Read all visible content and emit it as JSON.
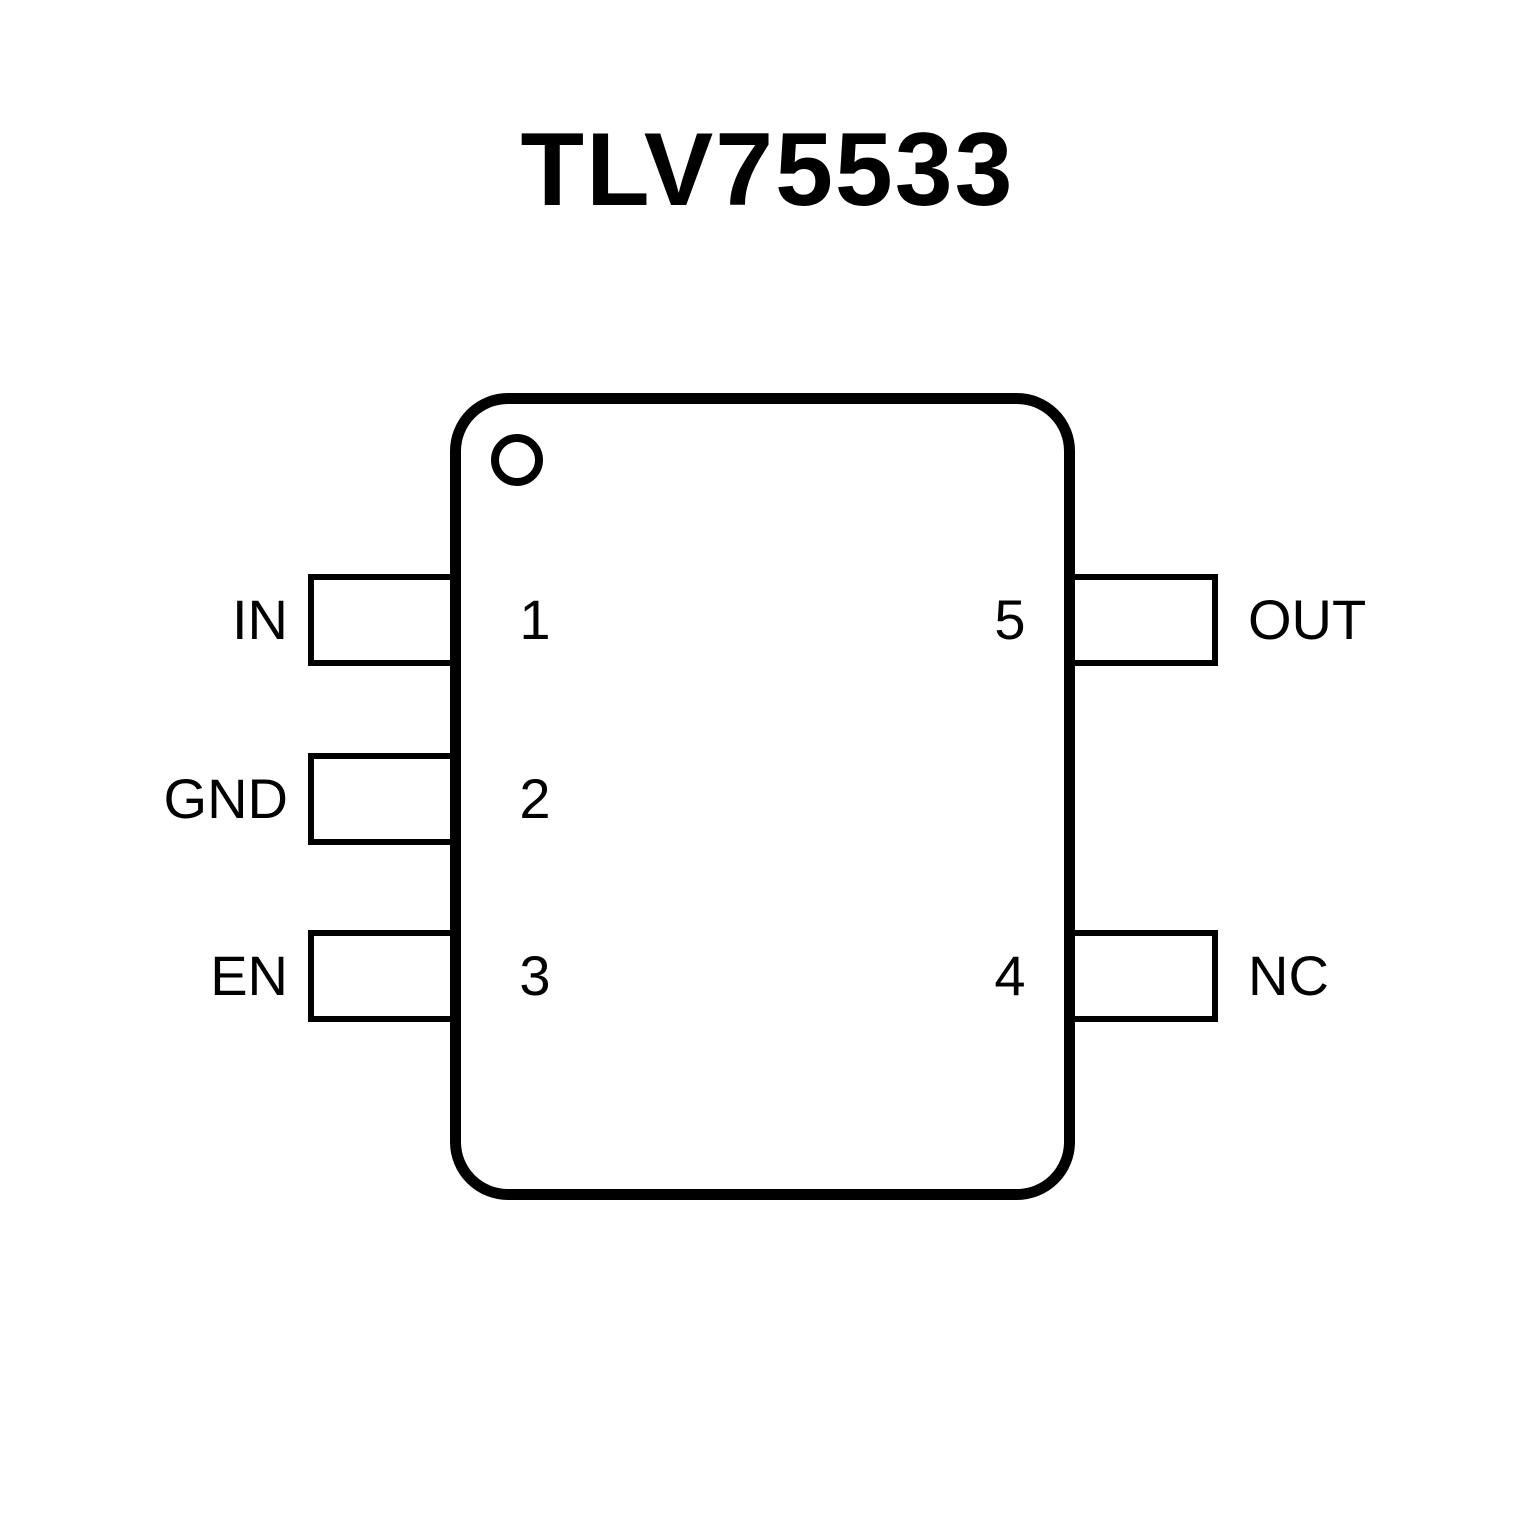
{
  "title": "TLV75533",
  "chip": {
    "pin1_indicator": "circle-icon",
    "pins_left": [
      {
        "number": "1",
        "label": "IN"
      },
      {
        "number": "2",
        "label": "GND"
      },
      {
        "number": "3",
        "label": "EN"
      }
    ],
    "pins_right": [
      {
        "number": "5",
        "label": "OUT"
      },
      {
        "number": "4",
        "label": "NC"
      }
    ]
  },
  "colors": {
    "outline": "#000000",
    "background": "#ffffff",
    "text": "#000000"
  }
}
